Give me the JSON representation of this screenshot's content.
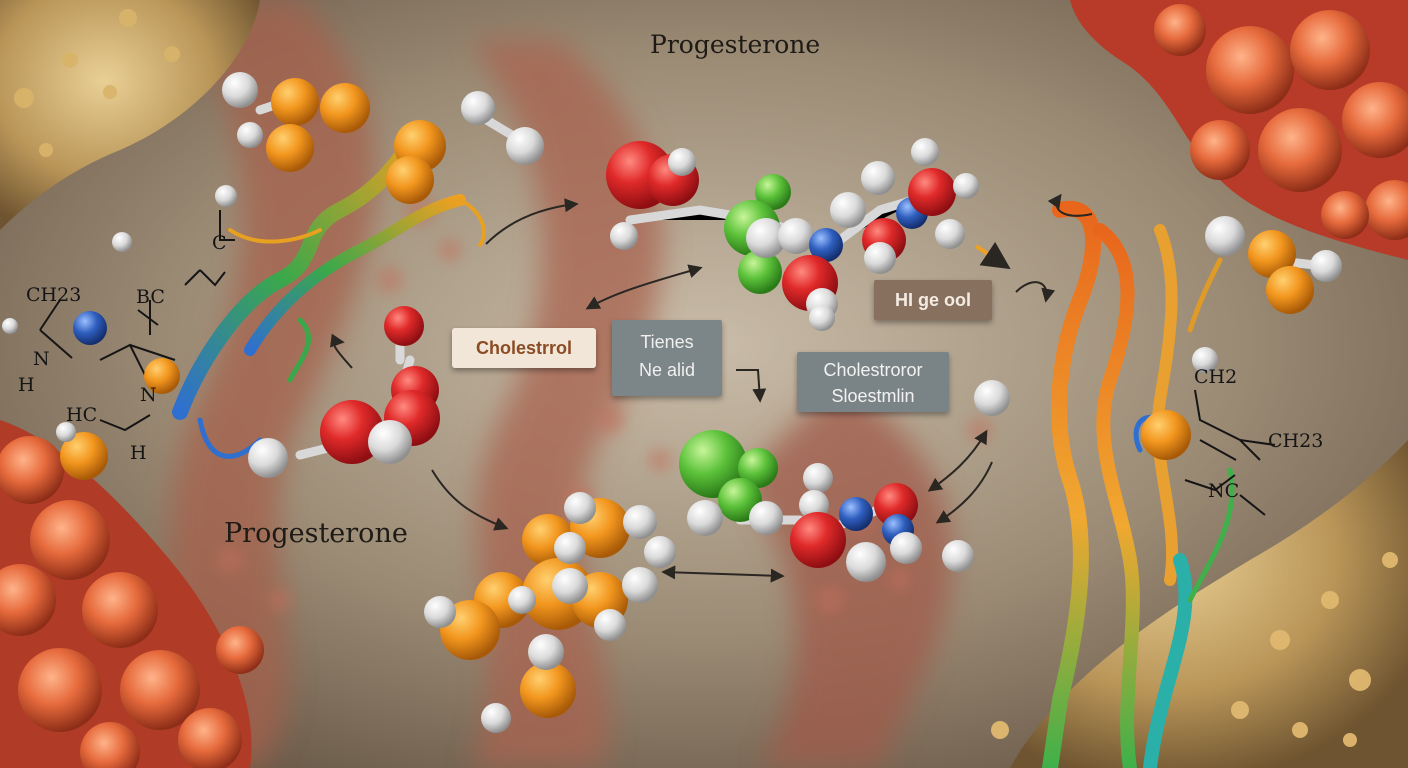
{
  "titles": {
    "top": "Progesterone",
    "lower": "Progesterone"
  },
  "tags": {
    "cholestrrol": "Cholestrrol",
    "tienes_line1": "Tienes",
    "tienes_line2": "Ne alid",
    "cholestroror": "Cholestroror",
    "sloestmlin": "Sloestmlin",
    "hige": "HI ge ool"
  },
  "chem_left": {
    "ch23": "CH23",
    "n": "N",
    "h1": "H",
    "bc": "BC",
    "c": "C",
    "hc": "HC",
    "n2": "N",
    "h2": "H"
  },
  "chem_right": {
    "ch2": "CH2",
    "ch23": "CH23",
    "nc": "NC"
  },
  "colors": {
    "oxygen": "#d8262a",
    "hydrogen": "#e6e6e4",
    "carbon_orange": "#f29a22",
    "chlorine_green": "#5cc23a",
    "nitrogen_blue": "#2f5fbf",
    "background": "#8a7a66"
  }
}
